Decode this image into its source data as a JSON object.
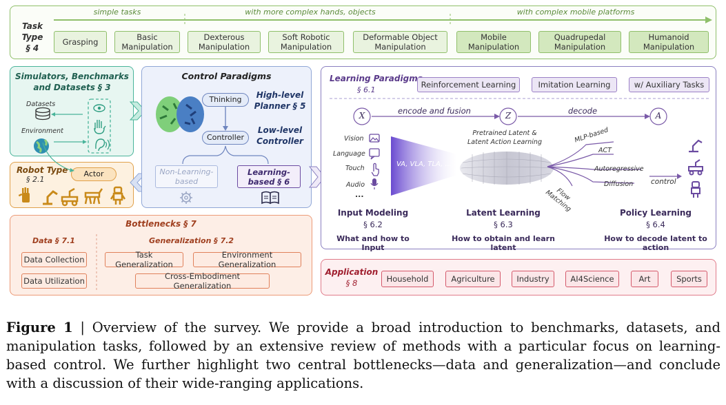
{
  "task_type": {
    "title": "Task Type",
    "section": "§ 4",
    "arrow_labels": [
      "simple tasks",
      "with more complex hands, objects",
      "with complex mobile platforms"
    ],
    "tasks": [
      "Grasping",
      "Basic Manipulation",
      "Dexterous Manipulation",
      "Soft Robotic Manipulation",
      "Deformable Object Manipulation",
      "Mobile Manipulation",
      "Quadrupedal Manipulation",
      "Humanoid Manipulation"
    ]
  },
  "simulators": {
    "title": "Simulators, Benchmarks and Datasets § 3",
    "datasets_label": "Datasets",
    "environment_label": "Environment"
  },
  "robot_type": {
    "title": "Robot Type",
    "section": "§ 2.1",
    "actor_label": "Actor"
  },
  "control": {
    "title": "Control Paradigms",
    "thinking": "Thinking",
    "controller": "Controller",
    "high_level": "High-level Planner § 5",
    "low_level": "Low-level Controller",
    "non_learning": "Non-Learning-based",
    "learning_based": "Learning-based § 6"
  },
  "learning": {
    "title": "Learning Paradigms",
    "section": "§ 6.1",
    "paradigms": [
      "Reinforcement Learning",
      "Imitation Learning",
      "w/ Auxiliary Tasks"
    ],
    "x_label": "X",
    "z_label": "Z",
    "a_label": "A",
    "encode_label": "encode and fusion",
    "decode_label": "decode",
    "modalities": [
      "Vision",
      "Language",
      "Touch",
      "Audio",
      "..."
    ],
    "funnel_label": "VA, VLA, TLA, ...",
    "pretrained_label": "Pretrained Latent & Latent Action Learning",
    "policies": [
      "MLP-based",
      "ACT",
      "Autoregressive",
      "Diffusion",
      "Flow Matching"
    ],
    "control_label": "control",
    "input_modeling": "Input Modeling",
    "input_section": "§ 6.2",
    "input_sub": "What and how to Input",
    "latent_learning": "Latent Learning",
    "latent_section": "§ 6.3",
    "latent_sub": "How to obtain and learn latent",
    "policy_learning": "Policy Learning",
    "policy_section": "§ 6.4",
    "policy_sub": "How to decode latent to action"
  },
  "bottlenecks": {
    "title": "Bottlenecks § 7",
    "data_title": "Data § 7.1",
    "gen_title": "Generalization § 7.2",
    "data_items": [
      "Data Collection",
      "Data Utilization"
    ],
    "gen_items": [
      "Task Generalization",
      "Environment Generalization",
      "Cross-Embodiment Generalization"
    ]
  },
  "application": {
    "title": "Application",
    "section": "§ 8",
    "items": [
      "Household",
      "Agriculture",
      "Industry",
      "AI4Science",
      "Art",
      "Sports"
    ]
  },
  "caption": {
    "label": "Figure 1",
    "text": " | Overview of the survey. We provide a broad introduction to benchmarks, datasets, and manipulation tasks, followed by an extensive review of methods with a particular focus on learning-based control. We further highlight two central bottlenecks—data and generalization—and conclude with a discussion of their wide-ranging applications."
  }
}
